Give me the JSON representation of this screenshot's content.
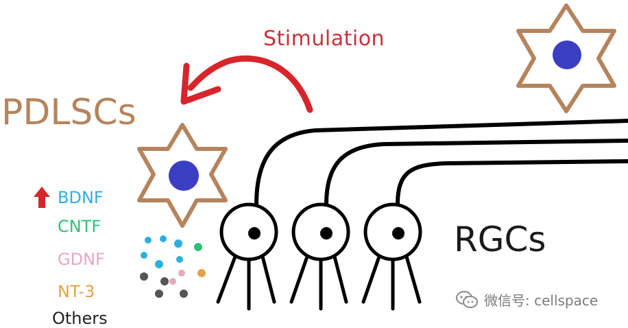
{
  "labels": {
    "stimulation": "Stimulation",
    "pdlscs": "PDLSCs",
    "rgcs": "RGCs"
  },
  "factors": [
    {
      "name": "BDNF",
      "color": "#2eaee0",
      "upregulated": true
    },
    {
      "name": "CNTF",
      "color": "#2fc077"
    },
    {
      "name": "GDNF",
      "color": "#e6a9bc"
    },
    {
      "name": "NT-3",
      "color": "#e3a14a"
    },
    {
      "name": "Others",
      "color": "#222222"
    }
  ],
  "watermark": {
    "text": "微信号: cellspace",
    "icon": "wechat-icon"
  },
  "colors": {
    "star_outline": "#b5845c",
    "nucleus": "#3b3fc4",
    "arrow": "#d6262b",
    "up_arrow": "#d6262b",
    "neuron_stroke": "#000000"
  }
}
